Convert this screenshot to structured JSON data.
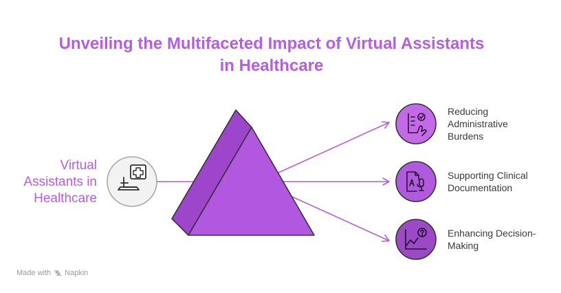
{
  "title": {
    "line1": "Unveiling the Multifaceted Impact of Virtual Assistants",
    "line2": "in Healthcare"
  },
  "source": {
    "lines": [
      "Virtual",
      "Assistants in",
      "Healthcare"
    ],
    "icon": "laptop-medical-icon"
  },
  "outputs": [
    {
      "lines": [
        "Reducing",
        "Administrative",
        "Burdens"
      ],
      "icon": "checklist-hand-icon"
    },
    {
      "lines": [
        "Supporting Clinical",
        "Documentation"
      ],
      "icon": "document-microphone-icon"
    },
    {
      "lines": [
        "Enhancing Decision-",
        "Making"
      ],
      "icon": "chart-question-icon"
    }
  ],
  "footer": {
    "made_with": "Made with",
    "brand": "Napkin"
  },
  "colors": {
    "accent": "#b45ee0",
    "prism_front": "#b258e0",
    "prism_side": "#9d45cb",
    "circle_1": "#c46ae8",
    "circle_2": "#b05ade",
    "circle_3": "#9c49c6",
    "source_circle": "#f2f2f2"
  }
}
